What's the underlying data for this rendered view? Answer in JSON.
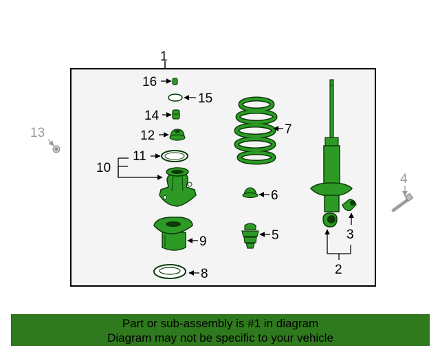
{
  "colors": {
    "part_fill": "#2e9a26",
    "part_stroke": "#0b3b08",
    "panel_fill": "#f4f4f4",
    "banner_fill": "#2f7a1e",
    "gray_part": "#a9a9a9"
  },
  "callouts": {
    "c1": "1",
    "c2": "2",
    "c3": "3",
    "c4": "4",
    "c5": "5",
    "c6": "6",
    "c7": "7",
    "c8": "8",
    "c9": "9",
    "c10": "10",
    "c11": "11",
    "c12": "12",
    "c13": "13",
    "c14": "14",
    "c15": "15",
    "c16": "16"
  },
  "banner": {
    "line1": "Part or sub-assembly is #1 in diagram",
    "line2": "Diagram may not be specific to your vehicle"
  }
}
